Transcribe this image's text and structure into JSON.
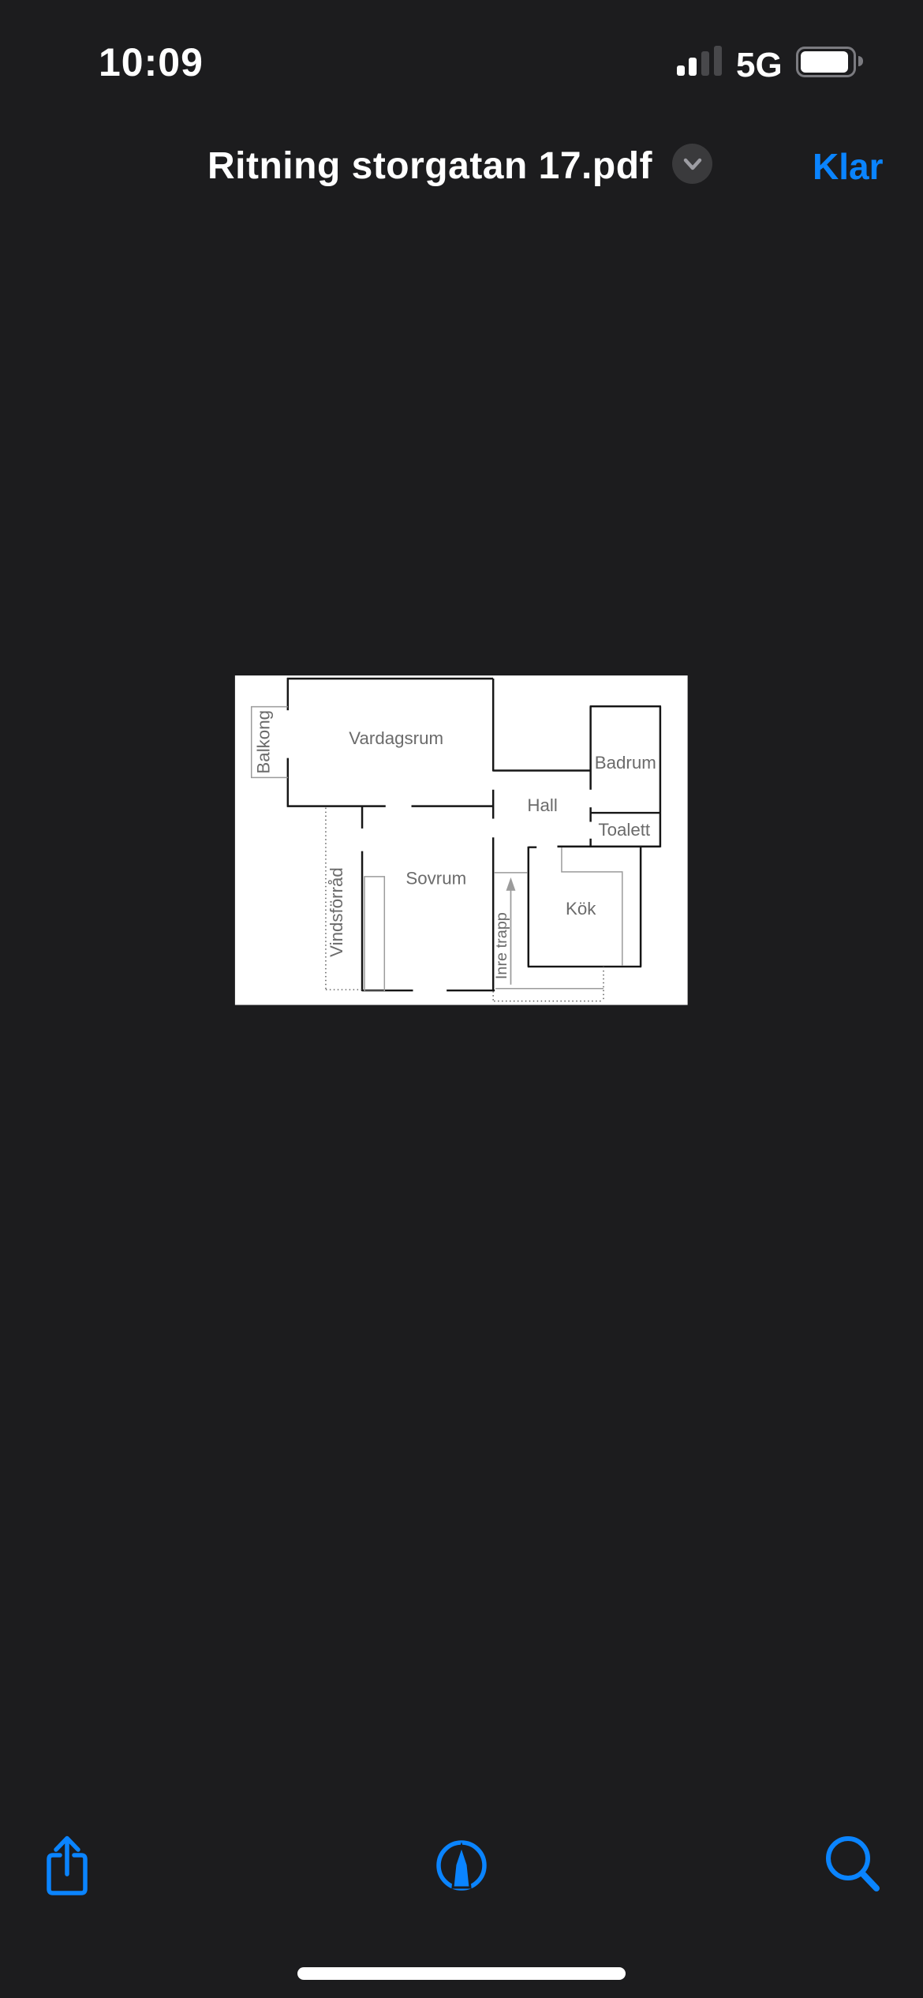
{
  "status_bar": {
    "time": "10:09",
    "network": "5G"
  },
  "nav_bar": {
    "title": "Ritning storgatan 17.pdf",
    "done_label": "Klar"
  },
  "floor_plan": {
    "rooms": [
      {
        "id": "balkong",
        "label": "Balkong",
        "rotated": true
      },
      {
        "id": "vardagsrum",
        "label": "Vardagsrum",
        "rotated": false
      },
      {
        "id": "badrum",
        "label": "Badrum",
        "rotated": false
      },
      {
        "id": "hall",
        "label": "Hall",
        "rotated": false
      },
      {
        "id": "toalett",
        "label": "Toalett",
        "rotated": false
      },
      {
        "id": "vindsforrad",
        "label": "Vindsförråd",
        "rotated": true
      },
      {
        "id": "sovrum",
        "label": "Sovrum",
        "rotated": false
      },
      {
        "id": "inre_trapp",
        "label": "Inre trapp",
        "rotated": true
      },
      {
        "id": "kok",
        "label": "Kök",
        "rotated": false
      }
    ]
  },
  "toolbar": {
    "icons": [
      "share-icon",
      "markup-icon",
      "search-icon"
    ]
  },
  "colors": {
    "accent": "#0a84ff",
    "background": "#1c1c1e",
    "page": "#ffffff",
    "wall": "#161616",
    "thin_line": "#9b9b9b",
    "dotted_line": "#5a5a5a",
    "label": "#6b6b6b"
  }
}
